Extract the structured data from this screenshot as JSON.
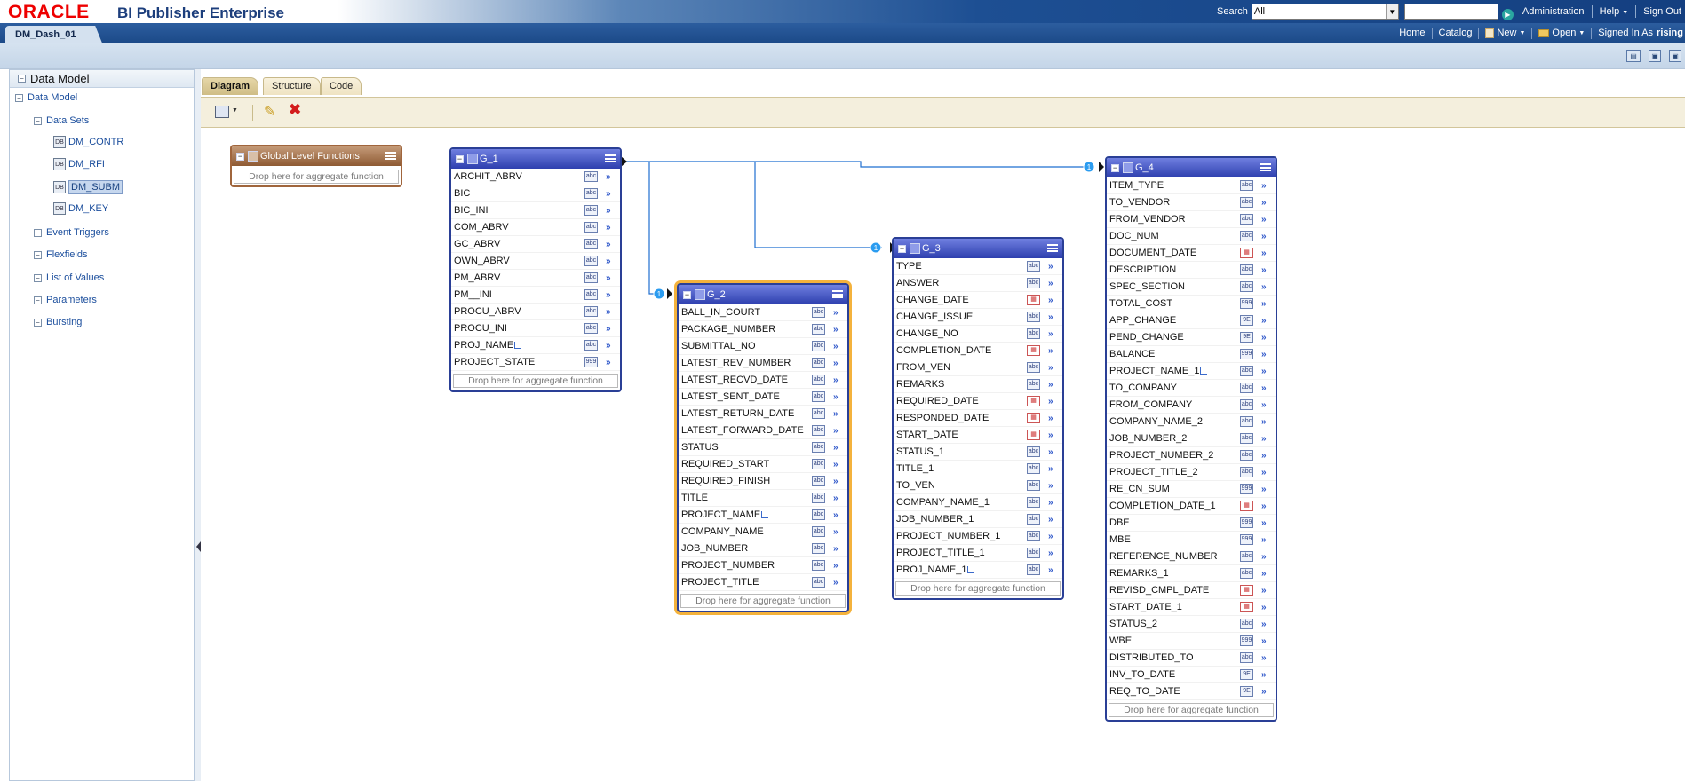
{
  "header": {
    "logo": "ORACLE",
    "product": "BI Publisher Enterprise",
    "search_label": "Search",
    "search_scope": "All",
    "links": [
      "Administration",
      "Help",
      "Sign Out"
    ]
  },
  "nav": {
    "document_tab": "DM_Dash_01",
    "home": "Home",
    "catalog": "Catalog",
    "new": "New",
    "open": "Open",
    "signed_in_label": "Signed In As",
    "user": "rising"
  },
  "left_panel": {
    "title": "Data Model",
    "root": "Data Model",
    "data_sets_label": "Data Sets",
    "data_sets": [
      "DM_CONTR",
      "DM_RFI",
      "DM_SUBM",
      "DM_KEY"
    ],
    "selected_data_set": "DM_SUBM",
    "sections": [
      "Event Triggers",
      "Flexfields",
      "List of Values",
      "Parameters",
      "Bursting"
    ]
  },
  "tabs": [
    "Diagram",
    "Structure",
    "Code"
  ],
  "active_tab": "Diagram",
  "diagram": {
    "drop_hint": "Drop here for aggregate function",
    "global": {
      "title": "Global Level Functions"
    },
    "groups": [
      {
        "id": "G_1",
        "fields": [
          {
            "name": "ARCHIT_ABRV",
            "type": "abc"
          },
          {
            "name": "BIC",
            "type": "abc"
          },
          {
            "name": "BIC_INI",
            "type": "abc"
          },
          {
            "name": "COM_ABRV",
            "type": "abc"
          },
          {
            "name": "GC_ABRV",
            "type": "abc"
          },
          {
            "name": "OWN_ABRV",
            "type": "abc"
          },
          {
            "name": "PM_ABRV",
            "type": "abc"
          },
          {
            "name": "PM__INI",
            "type": "abc"
          },
          {
            "name": "PROCU_ABRV",
            "type": "abc"
          },
          {
            "name": "PROCU_INI",
            "type": "abc"
          },
          {
            "name": "PROJ_NAME",
            "type": "abc",
            "link": true
          },
          {
            "name": "PROJECT_STATE",
            "type": "999"
          }
        ]
      },
      {
        "id": "G_2",
        "fields": [
          {
            "name": "BALL_IN_COURT",
            "type": "abc"
          },
          {
            "name": "PACKAGE_NUMBER",
            "type": "abc"
          },
          {
            "name": "SUBMITTAL_NO",
            "type": "abc"
          },
          {
            "name": "LATEST_REV_NUMBER",
            "type": "abc"
          },
          {
            "name": "LATEST_RECVD_DATE",
            "type": "abc"
          },
          {
            "name": "LATEST_SENT_DATE",
            "type": "abc"
          },
          {
            "name": "LATEST_RETURN_DATE",
            "type": "abc"
          },
          {
            "name": "LATEST_FORWARD_DATE",
            "type": "abc"
          },
          {
            "name": "STATUS",
            "type": "abc"
          },
          {
            "name": "REQUIRED_START",
            "type": "abc"
          },
          {
            "name": "REQUIRED_FINISH",
            "type": "abc"
          },
          {
            "name": "TITLE",
            "type": "abc"
          },
          {
            "name": "PROJECT_NAME",
            "type": "abc",
            "link": true
          },
          {
            "name": "COMPANY_NAME",
            "type": "abc"
          },
          {
            "name": "JOB_NUMBER",
            "type": "abc"
          },
          {
            "name": "PROJECT_NUMBER",
            "type": "abc"
          },
          {
            "name": "PROJECT_TITLE",
            "type": "abc"
          }
        ]
      },
      {
        "id": "G_3",
        "fields": [
          {
            "name": "TYPE",
            "type": "abc"
          },
          {
            "name": "ANSWER",
            "type": "abc"
          },
          {
            "name": "CHANGE_DATE",
            "type": "date"
          },
          {
            "name": "CHANGE_ISSUE",
            "type": "abc"
          },
          {
            "name": "CHANGE_NO",
            "type": "abc"
          },
          {
            "name": "COMPLETION_DATE",
            "type": "date"
          },
          {
            "name": "FROM_VEN",
            "type": "abc"
          },
          {
            "name": "REMARKS",
            "type": "abc"
          },
          {
            "name": "REQUIRED_DATE",
            "type": "date"
          },
          {
            "name": "RESPONDED_DATE",
            "type": "date"
          },
          {
            "name": "START_DATE",
            "type": "date"
          },
          {
            "name": "STATUS_1",
            "type": "abc"
          },
          {
            "name": "TITLE_1",
            "type": "abc"
          },
          {
            "name": "TO_VEN",
            "type": "abc"
          },
          {
            "name": "COMPANY_NAME_1",
            "type": "abc"
          },
          {
            "name": "JOB_NUMBER_1",
            "type": "abc"
          },
          {
            "name": "PROJECT_NUMBER_1",
            "type": "abc"
          },
          {
            "name": "PROJECT_TITLE_1",
            "type": "abc"
          },
          {
            "name": "PROJ_NAME_1",
            "type": "abc",
            "link": true
          }
        ]
      },
      {
        "id": "G_4",
        "fields": [
          {
            "name": "ITEM_TYPE",
            "type": "abc"
          },
          {
            "name": "TO_VENDOR",
            "type": "abc"
          },
          {
            "name": "FROM_VENDOR",
            "type": "abc"
          },
          {
            "name": "DOC_NUM",
            "type": "abc"
          },
          {
            "name": "DOCUMENT_DATE",
            "type": "date"
          },
          {
            "name": "DESCRIPTION",
            "type": "abc"
          },
          {
            "name": "SPEC_SECTION",
            "type": "abc"
          },
          {
            "name": "TOTAL_COST",
            "type": "999"
          },
          {
            "name": "APP_CHANGE",
            "type": "9E"
          },
          {
            "name": "PEND_CHANGE",
            "type": "9E"
          },
          {
            "name": "BALANCE",
            "type": "999"
          },
          {
            "name": "PROJECT_NAME_1",
            "type": "abc",
            "link": true
          },
          {
            "name": "TO_COMPANY",
            "type": "abc"
          },
          {
            "name": "FROM_COMPANY",
            "type": "abc"
          },
          {
            "name": "COMPANY_NAME_2",
            "type": "abc"
          },
          {
            "name": "JOB_NUMBER_2",
            "type": "abc"
          },
          {
            "name": "PROJECT_NUMBER_2",
            "type": "abc"
          },
          {
            "name": "PROJECT_TITLE_2",
            "type": "abc"
          },
          {
            "name": "RE_CN_SUM",
            "type": "999"
          },
          {
            "name": "COMPLETION_DATE_1",
            "type": "date"
          },
          {
            "name": "DBE",
            "type": "999"
          },
          {
            "name": "MBE",
            "type": "999"
          },
          {
            "name": "REFERENCE_NUMBER",
            "type": "abc"
          },
          {
            "name": "REMARKS_1",
            "type": "abc"
          },
          {
            "name": "REVISD_CMPL_DATE",
            "type": "date"
          },
          {
            "name": "START_DATE_1",
            "type": "date"
          },
          {
            "name": "STATUS_2",
            "type": "abc"
          },
          {
            "name": "WBE",
            "type": "999"
          },
          {
            "name": "DISTRIBUTED_TO",
            "type": "abc"
          },
          {
            "name": "INV_TO_DATE",
            "type": "9E"
          },
          {
            "name": "REQ_TO_DATE",
            "type": "9E"
          }
        ]
      }
    ],
    "link_label": "1"
  }
}
